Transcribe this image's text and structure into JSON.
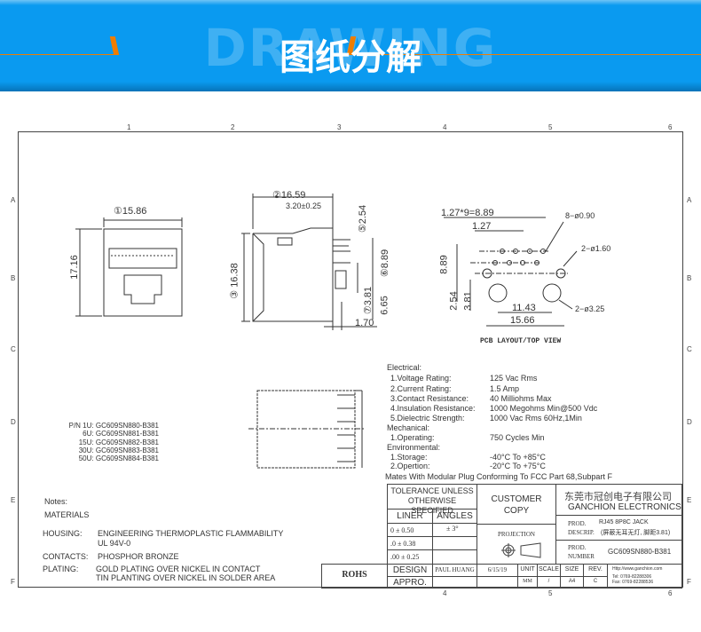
{
  "banner": {
    "watermark": "DRAWING",
    "title": "图纸分解",
    "colors": {
      "bg": "#0a9af0",
      "accent": "#f07d00"
    }
  },
  "frame": {
    "cols": [
      "1",
      "2",
      "3",
      "4",
      "5",
      "6"
    ],
    "rows": [
      "A",
      "B",
      "C",
      "D",
      "E",
      "F"
    ]
  },
  "dims": {
    "front_width": "①15.86",
    "front_height": "17.16",
    "side_len": "②16.59",
    "side_offset": "3.20±0.25",
    "side_pitch": "⑤2.54",
    "side_height": "③ 16.38",
    "side_a": "⑥8.89",
    "side_b": "⑦3.81",
    "side_c": "6.65",
    "side_d": "1.70",
    "pcb_pitch": "1.27*9=8.89",
    "pcb_127": "1.27",
    "pcb_holes": "8−ø0.90",
    "pcb_peg": "2−ø1.60",
    "pcb_big": "2−ø3.25",
    "pcb_889": "8.89",
    "pcb_254": "2.54",
    "pcb_381": "3.81",
    "pcb_1143": "11.43",
    "pcb_1566": "15.66",
    "pcb_title": "PCB LAYOUT/TOP VIEW"
  },
  "pn": {
    "lines": [
      "P/N 1U: GC609SN880-B381",
      "6U: GC609SN881-B381",
      "15U: GC609SN882-B381",
      "30U: GC609SN883-B381",
      "50U: GC609SN884-B381"
    ]
  },
  "specs": {
    "electrical": "Electrical:",
    "e1": [
      "1.Voltage Rating:",
      "125 Vac Rms"
    ],
    "e2": [
      "2.Current Rating:",
      "1.5 Amp"
    ],
    "e3": [
      "3.Contact Resistance:",
      "40 Milliohms Max"
    ],
    "e4": [
      "4.Insulation Resistance:",
      "1000 Megohms Min@500 Vdc"
    ],
    "e5": [
      "5.Dielectric Strength:",
      "1000 Vac Rms 60Hz,1Min"
    ],
    "mechanical": "Mechanical:",
    "m1": [
      "1.Operating:",
      "750 Cycles Min"
    ],
    "environmental": "Environmental:",
    "v1": [
      "1.Storage:",
      "-40°C To +85°C"
    ],
    "v2": [
      "2.Opertion:",
      "-20°C To +75°C"
    ],
    "mates": "Mates With Modular Plug Conforming To FCC Part 68,Subpart F"
  },
  "notes": {
    "title": "Notes:",
    "materials": "MATERIALS",
    "housing_k": "HOUSING:",
    "housing_v1": "ENGINEERING THERMOPLASTIC FLAMMABILITY",
    "housing_v2": "UL 94V-0",
    "contacts_k": "CONTACTS:",
    "contacts_v": "PHOSPHOR BRONZE",
    "plating_k": "PLATING:",
    "plating_v1": "GOLD PLATING OVER NICKEL IN CONTACT",
    "plating_v2": "TIN PLANTING OVER NICKEL IN SOLDER AREA"
  },
  "titleblock": {
    "tol1": "TOLERANCE UNLESS",
    "tol2": "OTHERWISE SPECIFIED",
    "liner": "LINER",
    "angles": "ANGLES",
    "t1": "0  ±  0.50",
    "t2": ".0  ±  0.38",
    "t3": ".00  ±  0.25",
    "ang": "±  3°",
    "customer1": "CUSTOMER",
    "customer2": "COPY",
    "projection": "PROJECTION",
    "company_cn": "东莞市冠创电子有限公司",
    "company_en": "GANCHION ELECTRONICS",
    "prod_desc_k1": "PROD.",
    "prod_desc_k2": "DESCRIP.",
    "prod_desc_v1": "RJ45 8P8C JACK",
    "prod_desc_v2": "(屏蔽无耳无灯, 脚距3.81)",
    "prod_num_k1": "PROD.",
    "prod_num_k2": "NUMBER",
    "prod_num_v": "GC609SN880-B381",
    "rohs": "ROHS",
    "design": "DESIGN",
    "designer": "PAUL HUANG",
    "date": "6/15/19",
    "unit": "UNIT",
    "unit_v": "MM",
    "scale": "SCALE",
    "scale_v": "/",
    "size": "SIZE",
    "size_v": "A4",
    "rev": "REV.",
    "rev_v": "C",
    "appro": "APPRO.",
    "web": "Http://www.ganchion.com",
    "tel": "Tel:  0769-82288306",
    "fax": "Fax:  0769-82288536"
  }
}
